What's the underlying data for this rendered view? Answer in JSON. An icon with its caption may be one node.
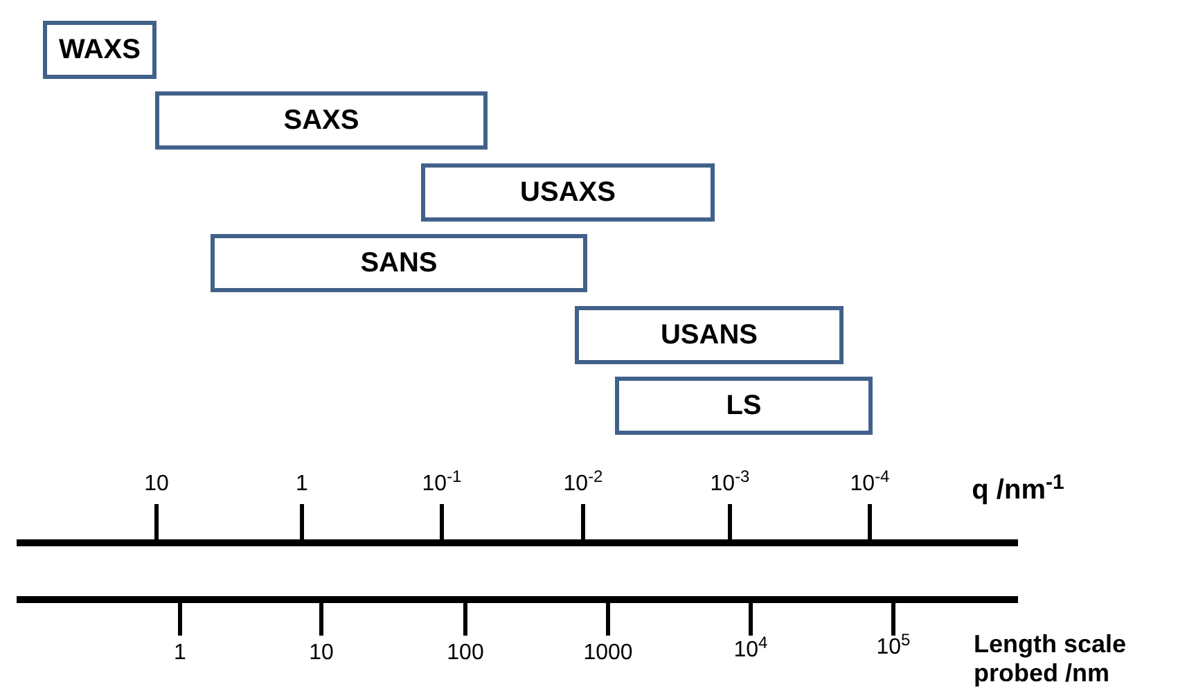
{
  "diagram": {
    "nodes": [
      {
        "text": [
          "WAXS"
        ]
      },
      {
        "text": [
          "SAXS"
        ]
      },
      {
        "text": [
          "USAXS"
        ]
      },
      {
        "text": [
          "SANS"
        ]
      },
      {
        "text": [
          "USANS"
        ]
      },
      {
        "text": [
          "LS"
        ]
      }
    ],
    "labels": [
      "10",
      "1",
      "10$^{-1}$",
      "10$^{-2}$",
      "10$^{-3}$",
      "10$^{-4}$",
      "q /nm$^{-1}$",
      "1",
      "10",
      "100",
      "1000",
      "10$^{4}$",
      "10$^{5}$",
      "Length scale probed /nm"
    ]
  }
}
